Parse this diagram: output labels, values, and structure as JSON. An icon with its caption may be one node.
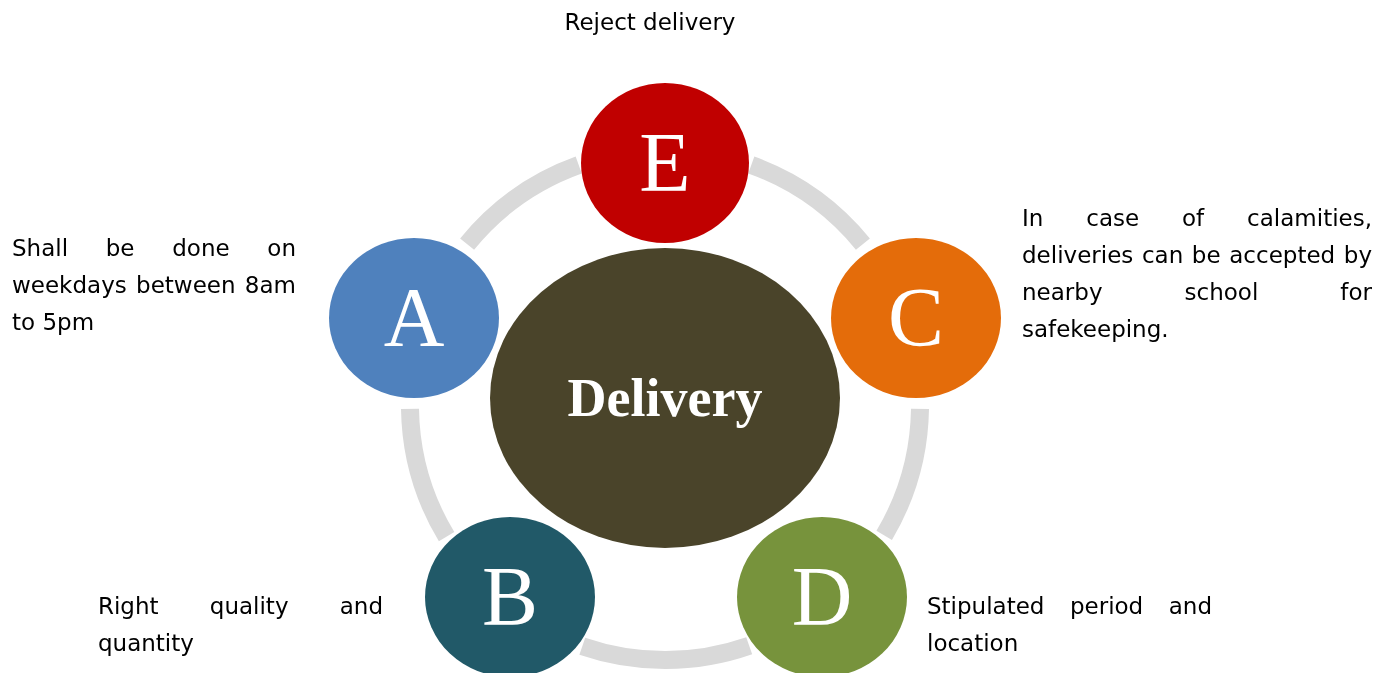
{
  "diagram": {
    "nodes": [
      {
        "text": [
          "E"
        ],
        "beside": [
          "Reject delivery"
        ]
      },
      {
        "text": [
          "A"
        ],
        "beside": [
          "Shall be done on weekdays between 8am to 5pm"
        ]
      },
      {
        "text": [
          "Delivery"
        ]
      },
      {
        "text": [
          "C"
        ],
        "beside": [
          "In case of calamities, deliveries can be accepted by nearby school for safekeeping."
        ]
      },
      {
        "text": [
          "B"
        ],
        "beside": [
          "Right quality and quantity"
        ]
      },
      {
        "text": [
          "D"
        ],
        "beside": [
          "Stipulated period and location"
        ]
      }
    ],
    "edges": [
      {
        "from": 0,
        "to": 3,
        "arrow": "none"
      },
      {
        "from": 3,
        "to": 5,
        "arrow": "none"
      },
      {
        "from": 5,
        "to": 4,
        "arrow": "none"
      },
      {
        "from": 4,
        "to": 1,
        "arrow": "none"
      },
      {
        "from": 1,
        "to": 0,
        "arrow": "none"
      }
    ]
  }
}
